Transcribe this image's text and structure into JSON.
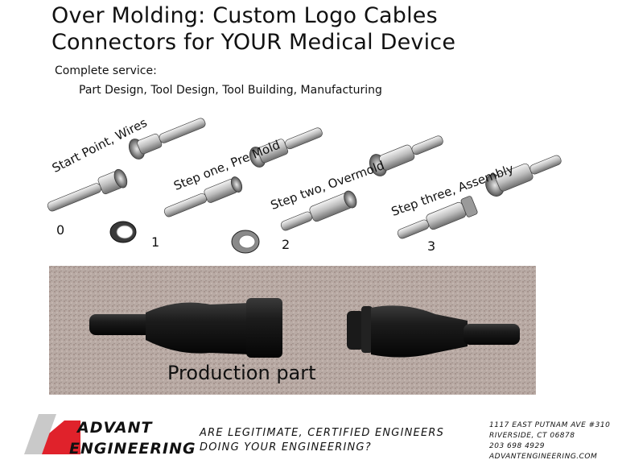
{
  "header": {
    "title_line1": "Over Molding:  Custom Logo Cables",
    "title_line2": "Connectors for YOUR Medical Device"
  },
  "service": {
    "label": "Complete service:",
    "list": "Part Design, Tool Design, Tool Building, Manufacturing"
  },
  "steps": [
    {
      "label": "Start Point, Wires",
      "number": "0"
    },
    {
      "label": "Step one, Pre Mold",
      "number": "1"
    },
    {
      "label": "Step two, Overmold",
      "number": "2"
    },
    {
      "label": "Step three, Assembly",
      "number": "3"
    }
  ],
  "photo": {
    "caption": "Production part"
  },
  "footer": {
    "logo_line1": "ADVANT",
    "logo_line2": "ENGINEERING",
    "tagline_line1": "ARE LEGITIMATE, CERTIFIED ENGINEERS",
    "tagline_line2": "DOING YOUR ENGINEERING?",
    "address_line1": "1117 EAST PUTNAM AVE #310",
    "address_line2": "RIVERSIDE, CT 06878",
    "phone": "203 698 4929",
    "website": "ADVANTENGINEERING.COM",
    "logo_color": "#e0222b"
  }
}
